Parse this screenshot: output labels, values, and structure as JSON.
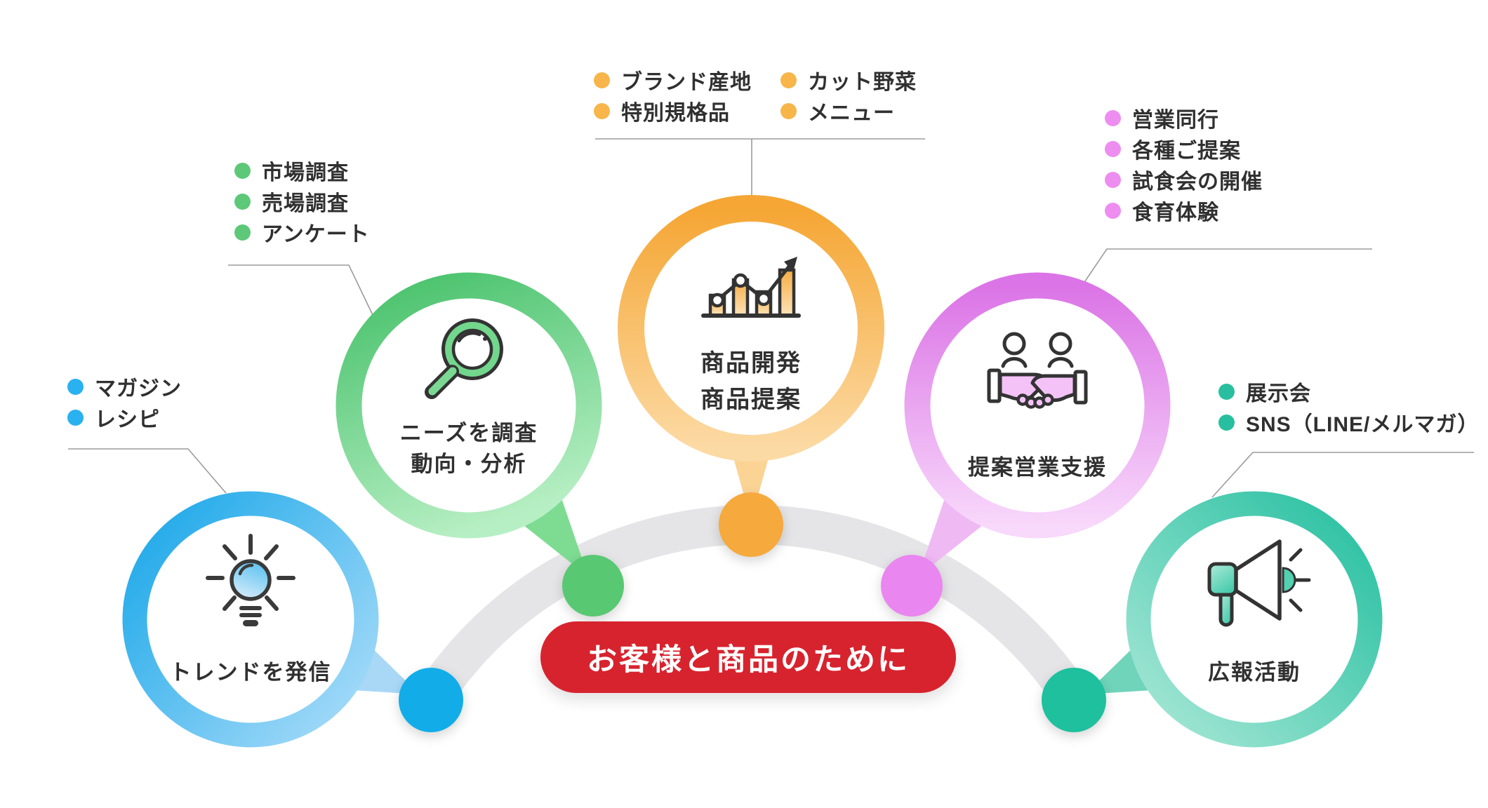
{
  "banner": {
    "label": "お客様と商品のために"
  },
  "groups": {
    "trend": {
      "name": "トレンドを発信",
      "icon": "lightbulb-icon",
      "color": "#29b1f0",
      "color_light": "#a9d8f7",
      "items": [
        "マガジン",
        "レシピ"
      ]
    },
    "research": {
      "name_line1": "ニーズを調査",
      "name_line2": "動向・分析",
      "icon": "magnifier-icon",
      "color": "#5dc878",
      "color_light": "#b7efc4",
      "items": [
        "市場調査",
        "売場調査",
        "アンケート"
      ]
    },
    "development": {
      "name_line1": "商品開発",
      "name_line2": "商品提案",
      "icon": "bar-chart-icon",
      "color": "#f6a93c",
      "color_light": "#fcd9a3",
      "items_left": [
        "ブランド産地",
        "特別規格品"
      ],
      "items_right": [
        "カット野菜",
        "メニュー"
      ]
    },
    "sales": {
      "name": "提案営業支援",
      "icon": "handshake-icon",
      "color": "#e07fe9",
      "color_light": "#f6d2f9",
      "items": [
        "営業同行",
        "各種ご提案",
        "試食会の開催",
        "食育体験"
      ]
    },
    "pr": {
      "name": "広報活動",
      "icon": "megaphone-icon",
      "color": "#2cc1a3",
      "color_light": "#a6e7d5",
      "items": [
        "展示会",
        "SNS（LINE/メルマガ）"
      ]
    }
  },
  "colors": {
    "banner_bg": "#d7232e",
    "banner_text": "#ffffff",
    "arc": "#e5e5e7",
    "text": "#303030",
    "connector": "#9b9b9b"
  }
}
